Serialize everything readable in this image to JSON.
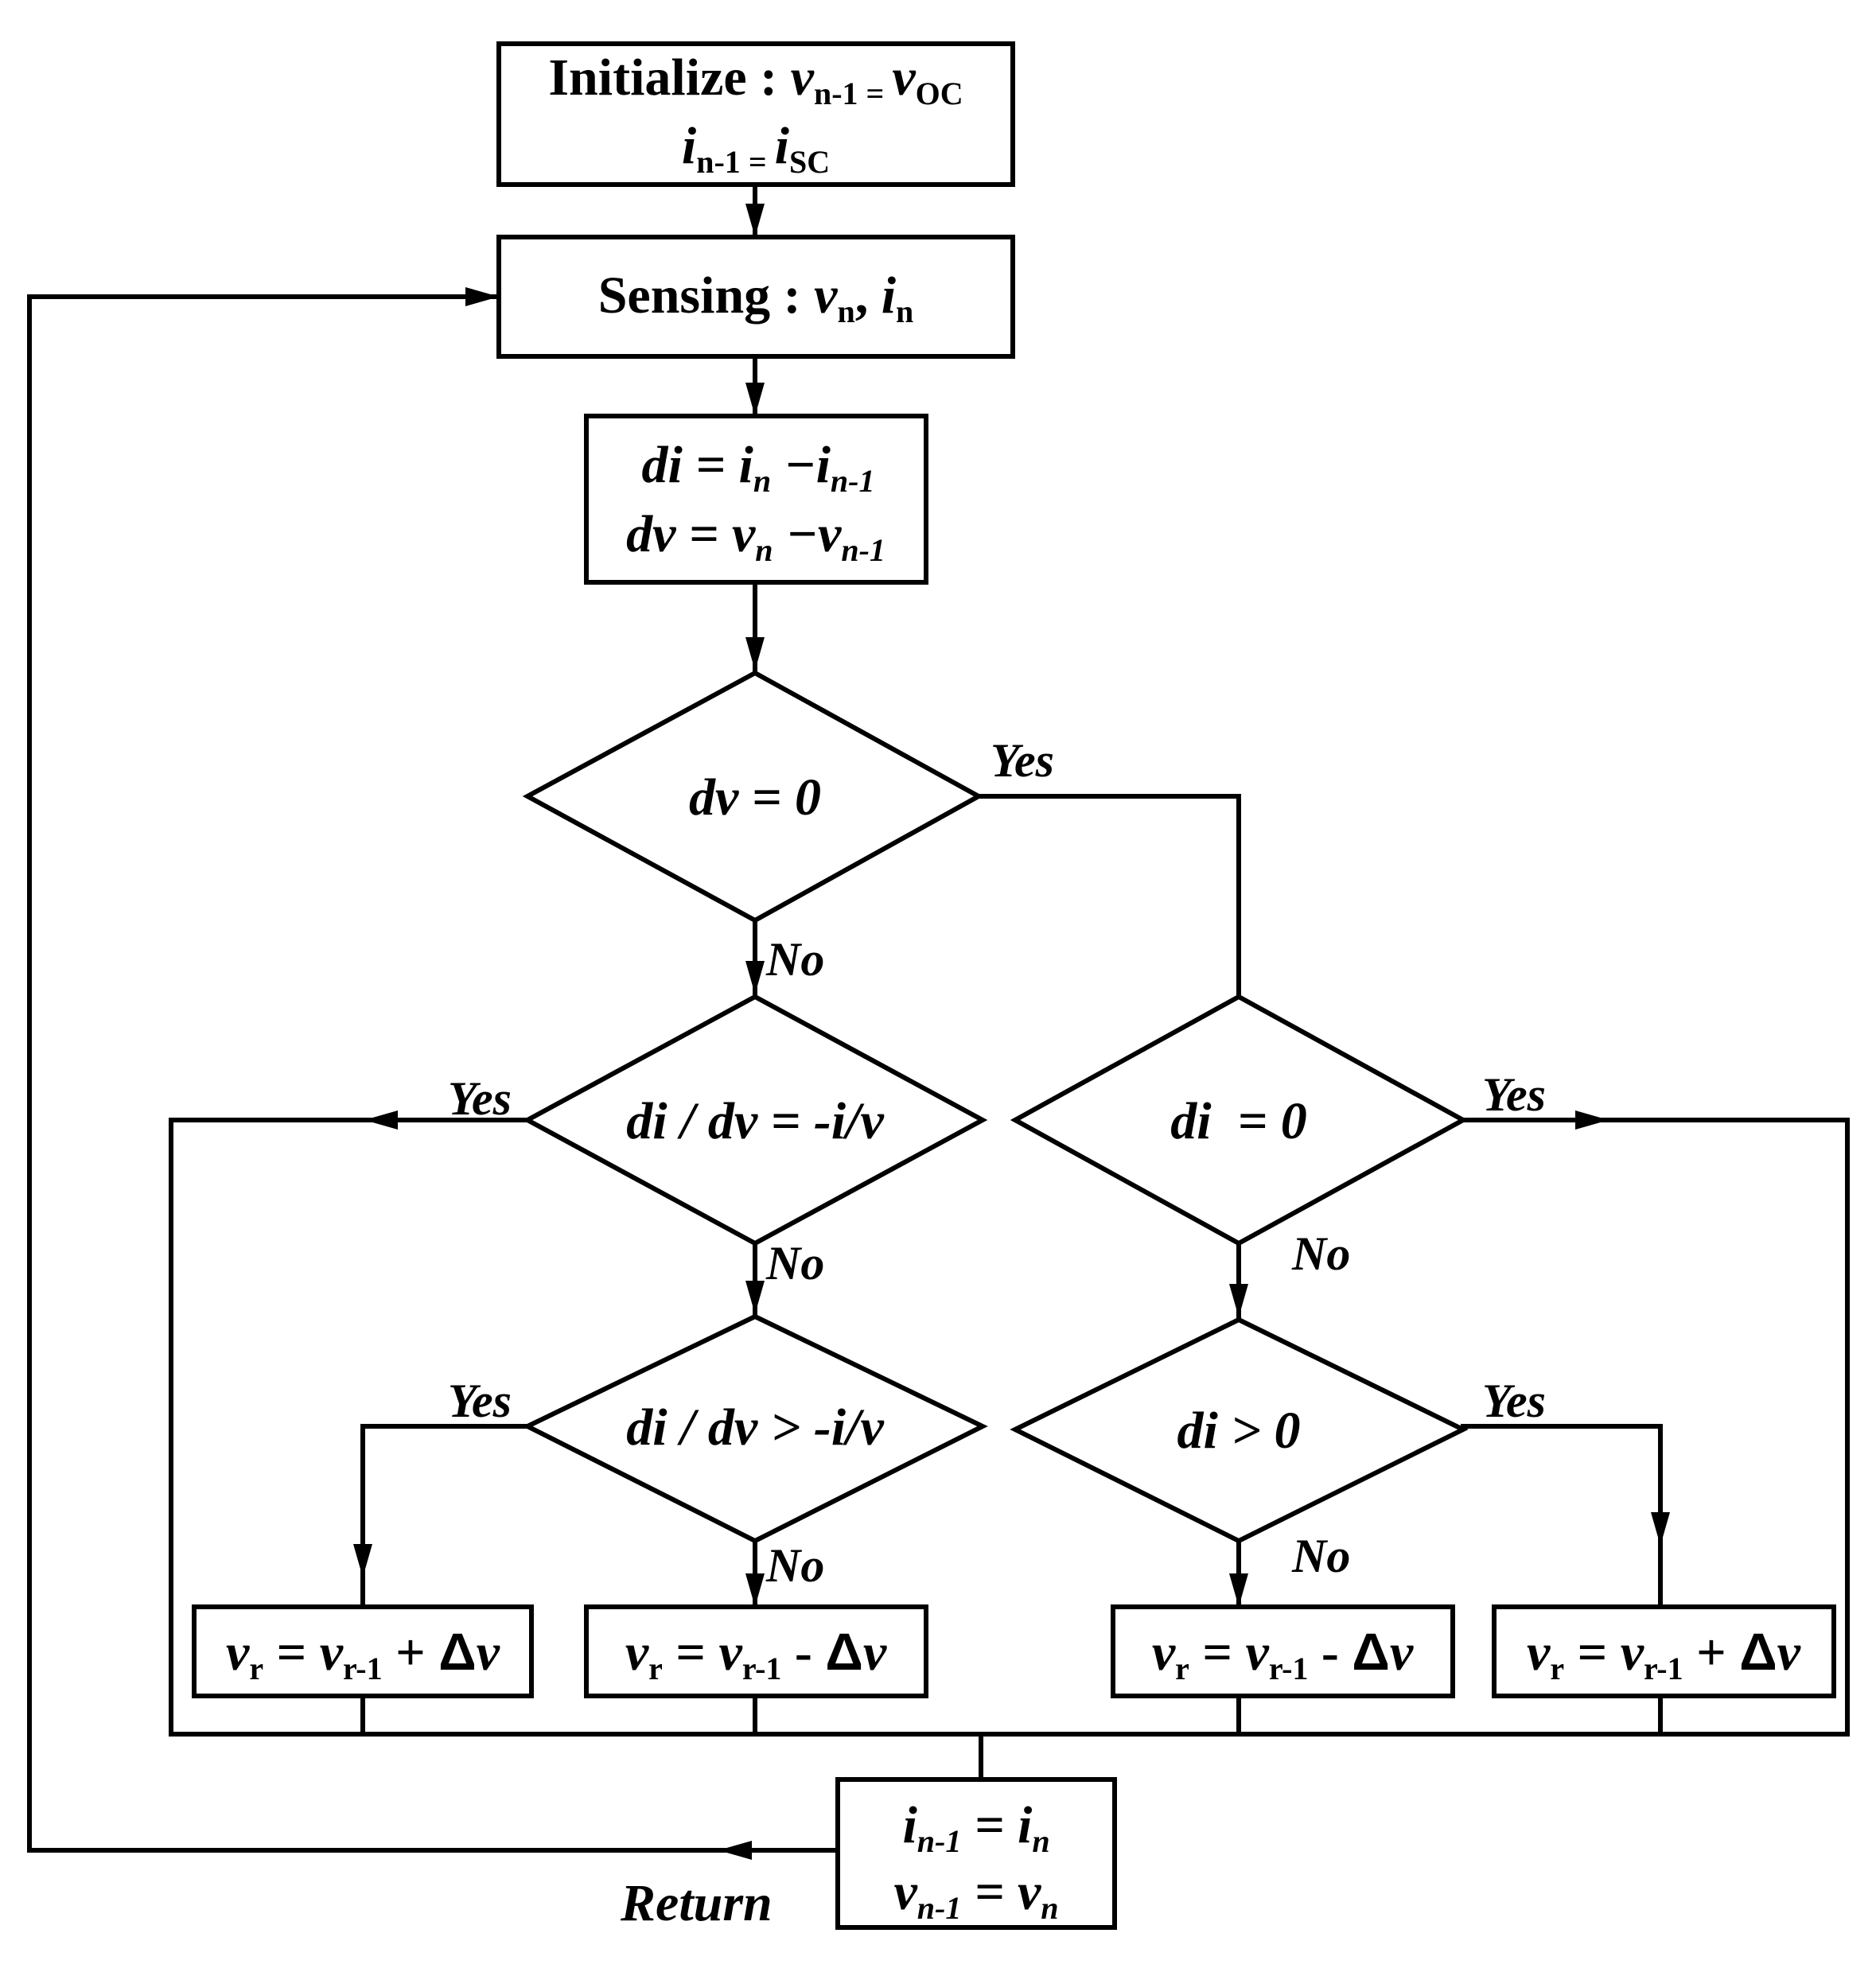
{
  "nodes": {
    "initialize": {
      "prefix": "Initialize : ",
      "line1": {
        "v": "v",
        "sub1": "n-1",
        "eq": " = ",
        "v2": "v",
        "sub2": "OC"
      },
      "line2": {
        "i": "i",
        "sub1": "n-1",
        "eq": " = ",
        "i2": "i",
        "sub2": "SC"
      }
    },
    "sensing": {
      "prefix": "Sensing : ",
      "v": "v",
      "vsub": "n",
      "comma": ", ",
      "i": "i",
      "isub": "n"
    },
    "compute": {
      "line1": {
        "lhs": "di",
        "eq": " = ",
        "a": "i",
        "asub": "n",
        "minus": " −",
        "b": "i",
        "bsub": "n-1"
      },
      "line2": {
        "lhs": "dv",
        "eq": " = ",
        "a": "v",
        "asub": "n",
        "minus": " −",
        "b": "v",
        "bsub": "n-1"
      }
    },
    "dec_dv_zero": "dv = 0",
    "dec_didv_eq": "di / dv = -i/v",
    "dec_di_zero": "di  = 0",
    "dec_didv_gt": "di / dv > -i/v",
    "dec_di_gt": "di > 0",
    "update_plus": {
      "v": "v",
      "sub1": "r",
      "eq": " = ",
      "v2": "v",
      "sub2": "r-1",
      "op": " + ",
      "delta": "Δ",
      "dv": "v"
    },
    "update_minus": {
      "v": "v",
      "sub1": "r",
      "eq": " = ",
      "v2": "v",
      "sub2": "r-1",
      "op": " - ",
      "delta": "Δ",
      "dv": "v"
    },
    "store": {
      "line1": {
        "a": "i",
        "asub": "n-1",
        "eq": " = ",
        "b": "i",
        "bsub": "n"
      },
      "line2": {
        "a": "v",
        "asub": "n-1",
        "eq": " = ",
        "b": "v",
        "bsub": "n"
      }
    }
  },
  "labels": {
    "yes": "Yes",
    "no": "No",
    "return": "Return"
  }
}
